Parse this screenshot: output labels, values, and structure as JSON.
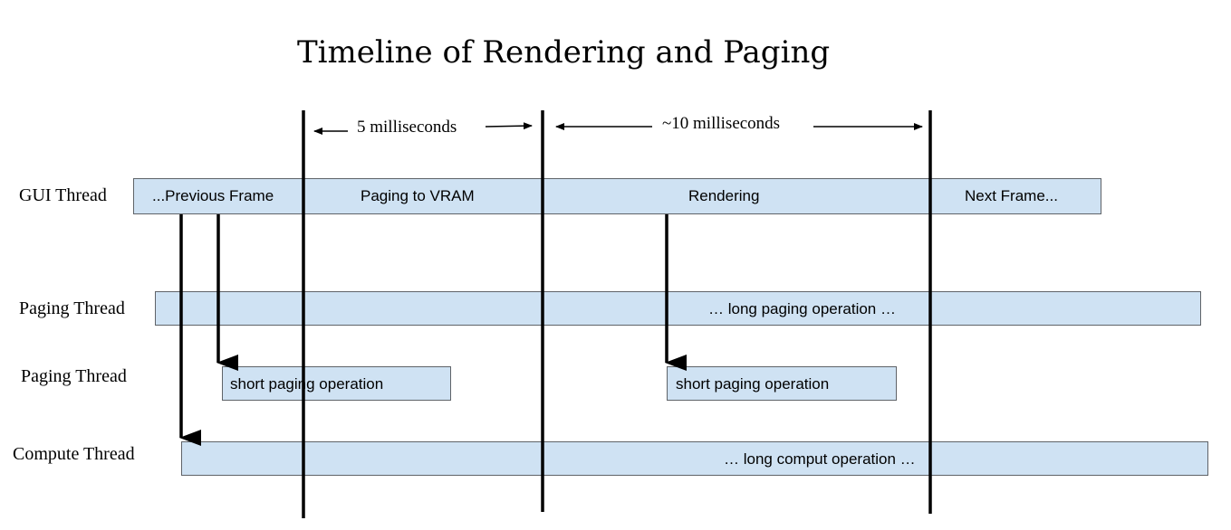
{
  "title": "Timeline of Rendering and Paging",
  "rows": {
    "gui": "GUI Thread",
    "paging1": "Paging Thread",
    "paging2": "Paging Thread",
    "compute": "Compute Thread"
  },
  "intervals": {
    "first": "5 milliseconds",
    "second": "~10 milliseconds"
  },
  "bars": {
    "previous_frame": "...Previous Frame",
    "paging_to_vram": "Paging to VRAM",
    "rendering": "Rendering",
    "next_frame": "Next Frame...",
    "long_paging": "… long paging operation …",
    "short_paging_1": "short paging operation",
    "short_paging_2": "short paging operation",
    "long_compute": "… long comput operation …"
  },
  "colors": {
    "bar_fill": "#cfe2f3",
    "bar_border": "#5f6368",
    "line": "#000000"
  }
}
